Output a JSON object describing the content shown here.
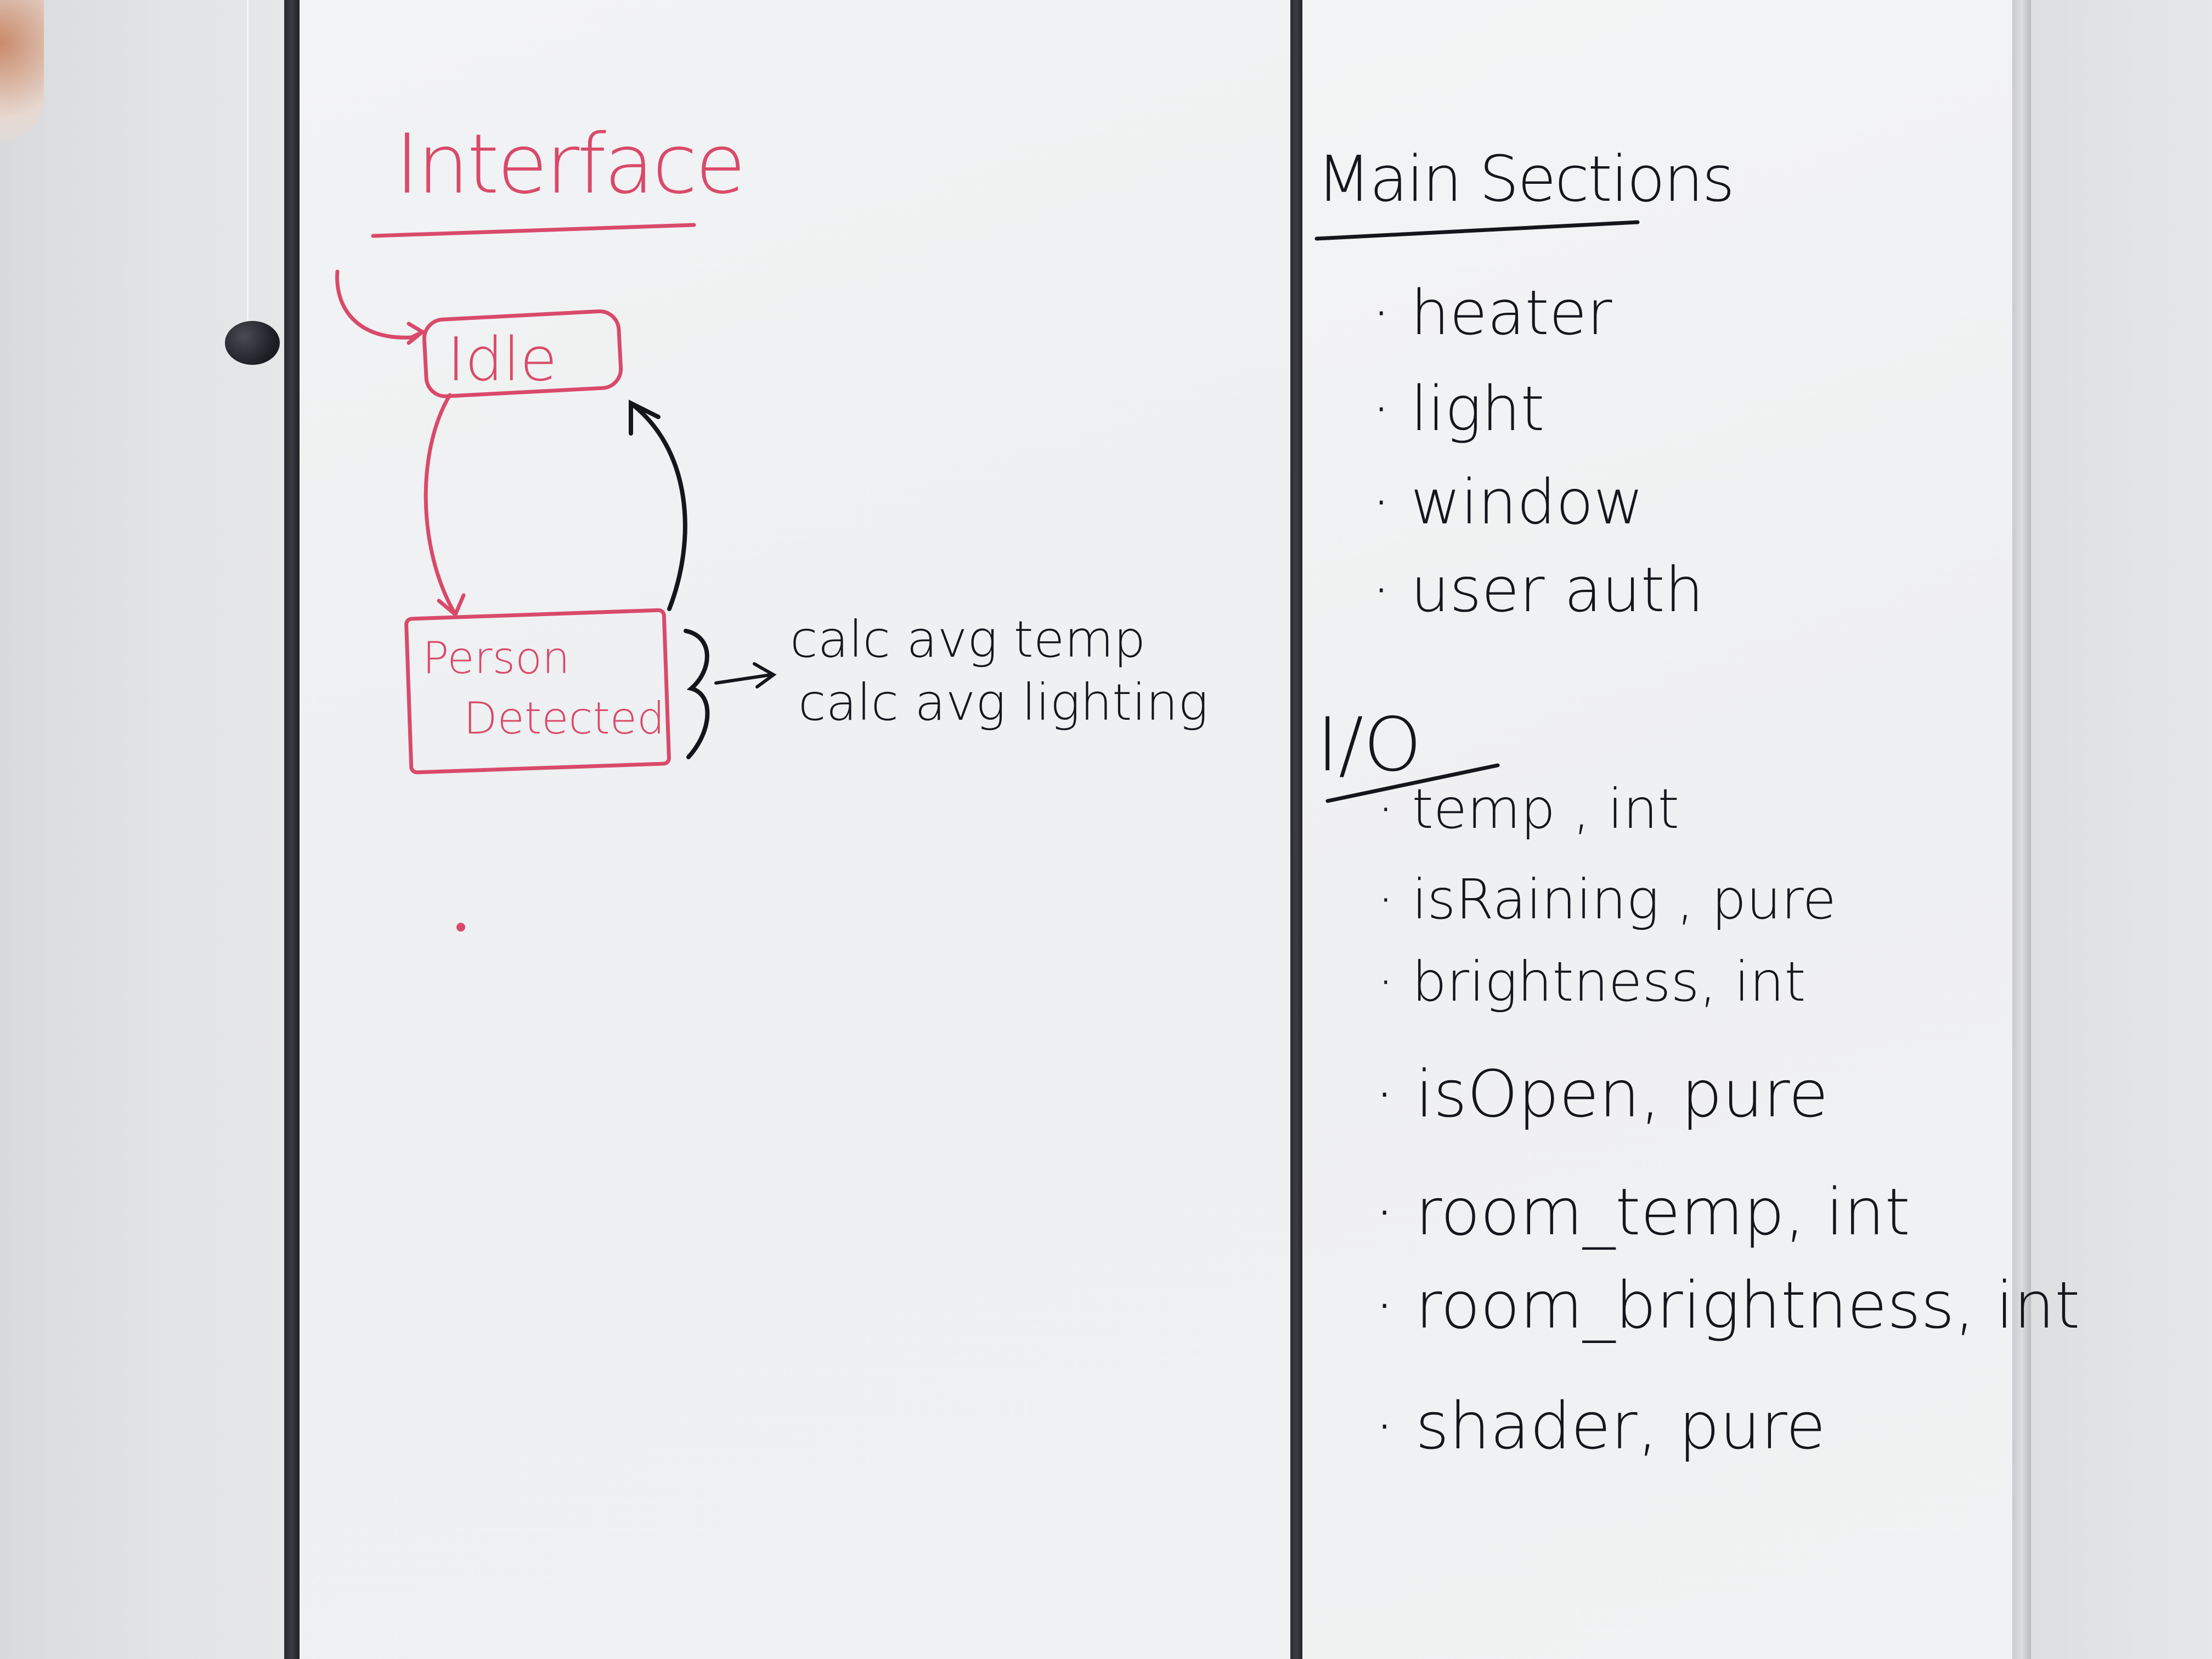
{
  "left_board": {
    "title": "Interface",
    "states": {
      "idle": "Idle",
      "person_line1": "Person",
      "person_line2": "Detected"
    },
    "notes": [
      "calc avg temp",
      "calc avg lighting"
    ]
  },
  "right_board": {
    "main_sections_title": "Main Sections",
    "main_sections": [
      "· heater",
      "· light",
      "· window",
      "· user auth"
    ],
    "io_title": "I/O",
    "io_items": [
      "· temp , int",
      "· isRaining , pure",
      "· brightness, int",
      "· isOpen, pure",
      "· room_temp, int",
      "· room_brightness, int",
      "· shader, pure"
    ]
  },
  "colors": {
    "red_marker": "#d94a6a",
    "black_marker": "#15161c",
    "board": "#f1f2f3",
    "frame": "#2a2b30"
  }
}
